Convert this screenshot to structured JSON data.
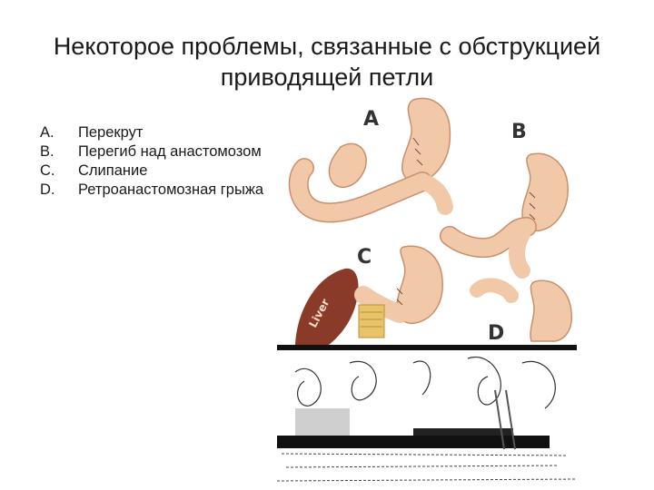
{
  "slide": {
    "title_line1": "Некоторое проблемы, связанные с обструкцией",
    "title_line2": "приводящей петли"
  },
  "list": {
    "items": [
      {
        "marker": "A.",
        "text": "Перекрут"
      },
      {
        "marker": "B.",
        "text": "Перегиб над анастомозом"
      },
      {
        "marker": "C.",
        "text": "Слипание"
      },
      {
        "marker": "D.",
        "text": "Ретроанастомозная грыжа"
      }
    ]
  },
  "figure": {
    "panel_labels": [
      "A",
      "B",
      "C",
      "D"
    ],
    "liver_label": "Liver",
    "colors": {
      "tissue": "#f2c9a8",
      "tissue_outline": "#c98f6c",
      "liver": "#8a3a28",
      "adhesion": "#e8c36a",
      "label": "#333333"
    }
  }
}
